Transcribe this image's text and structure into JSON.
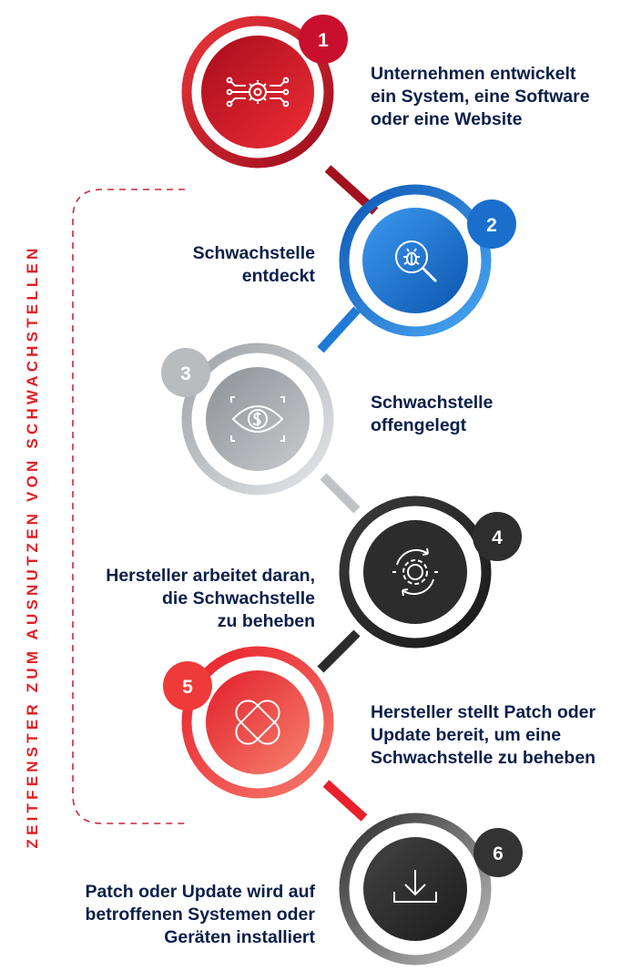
{
  "side_label": "ZEITFENSTER ZUM AUSNUTZEN VON SCHWACHSTELLEN",
  "steps": [
    {
      "number": "1",
      "text": "Unternehmen entwickelt\nein System, eine Software\noder eine Website",
      "icon": "circuit-gear-icon",
      "color": "#c8102e"
    },
    {
      "number": "2",
      "text": "Schwachstelle\nentdeckt",
      "icon": "bug-magnifier-icon",
      "color": "#1f7ad6"
    },
    {
      "number": "3",
      "text": "Schwachstelle\noffengelegt",
      "icon": "eye-dollar-icon",
      "color": "#a9adb1"
    },
    {
      "number": "4",
      "text": "Hersteller arbeitet daran,\ndie Schwachstelle\nzu beheben",
      "icon": "gear-refresh-icon",
      "color": "#2b2b2b"
    },
    {
      "number": "5",
      "text": "Hersteller stellt Patch oder\nUpdate bereit, um eine\nSchwachstelle zu beheben",
      "icon": "bandage-patch-icon",
      "color": "#ef3a3a"
    },
    {
      "number": "6",
      "text": "Patch oder Update wird auf\nbetroffenen Systemen oder\nGeräten installiert",
      "icon": "download-icon",
      "color": "#3a3a3a"
    }
  ]
}
